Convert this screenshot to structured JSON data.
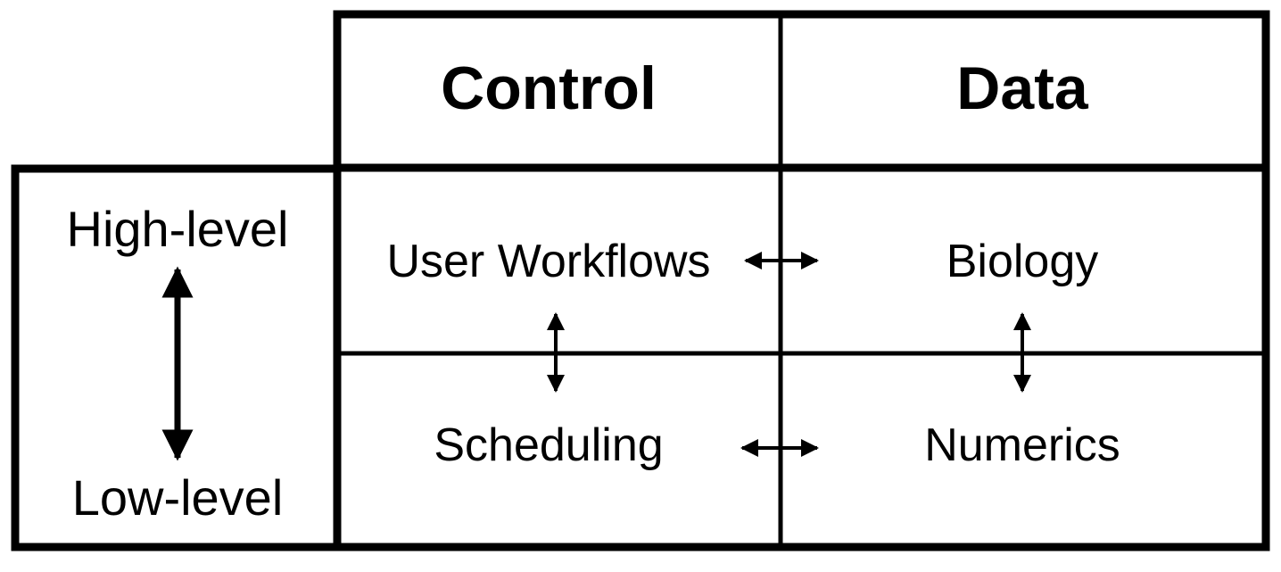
{
  "columns": {
    "control": "Control",
    "data": "Data"
  },
  "levels": {
    "high": "High-level",
    "low": "Low-level"
  },
  "cells": {
    "user_workflows": "User Workflows",
    "biology": "Biology",
    "scheduling": "Scheduling",
    "numerics": "Numerics"
  },
  "colors": {
    "line": "#000000",
    "background": "#ffffff"
  }
}
